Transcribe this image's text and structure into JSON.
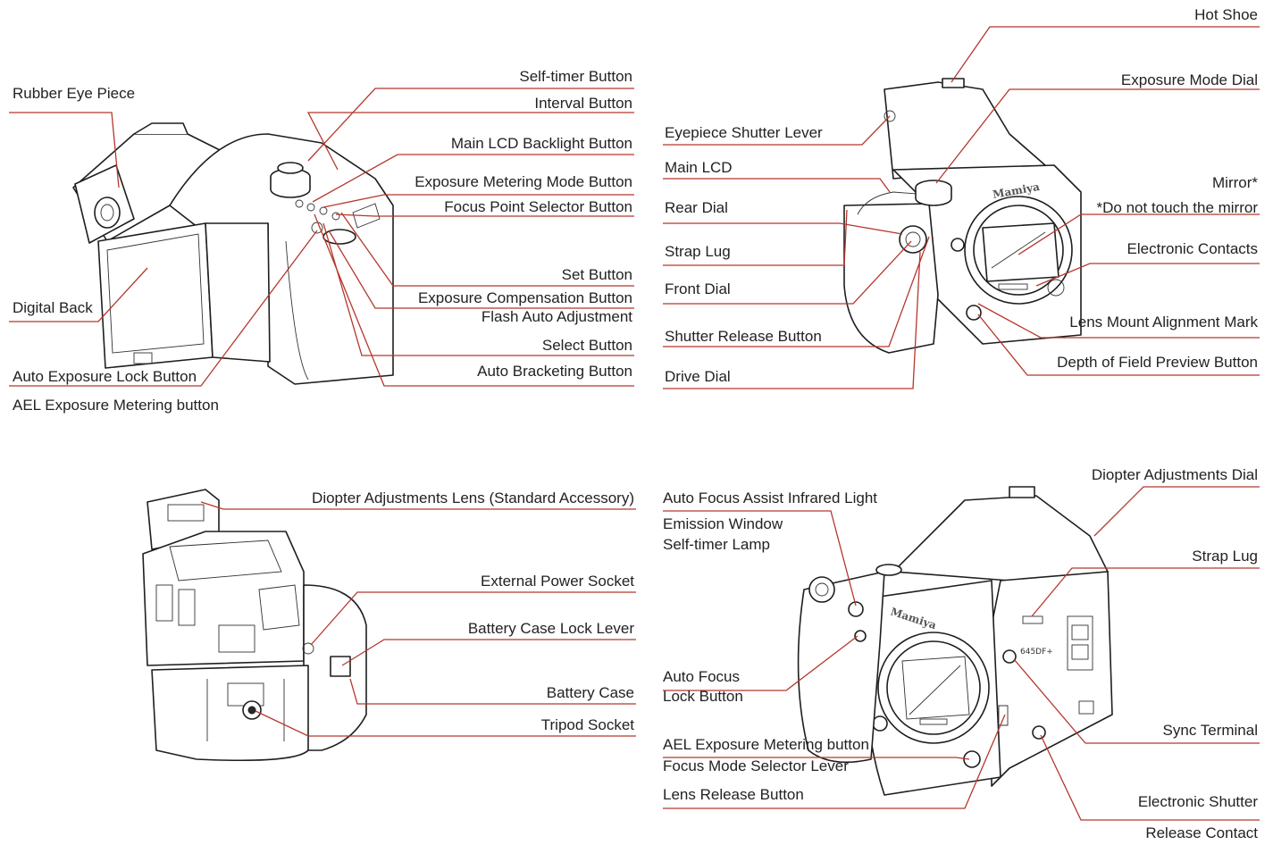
{
  "panels": {
    "top_left": {
      "labels": {
        "rubber_eye_piece": "Rubber Eye Piece",
        "digital_back": "Digital Back",
        "auto_exposure_lock_button": "Auto Exposure Lock Button",
        "ael_exposure_metering_button": "AEL Exposure Metering button",
        "self_timer_button": "Self-timer Button",
        "interval_button": "Interval Button",
        "main_lcd_backlight_button": "Main LCD Backlight Button",
        "exposure_metering_mode_button": "Exposure Metering Mode Button",
        "focus_point_selector_button": "Focus Point Selector Button",
        "set_button": "Set Button",
        "exposure_compensation_button": "Exposure Compensation Button",
        "flash_auto_adjustment": "Flash Auto Adjustment",
        "select_button": "Select Button",
        "auto_bracketing_button": "Auto Bracketing Button"
      }
    },
    "top_right": {
      "labels": {
        "hot_shoe": "Hot Shoe",
        "exposure_mode_dial": "Exposure Mode Dial",
        "eyepiece_shutter_lever": "Eyepiece Shutter Lever",
        "main_lcd": "Main LCD",
        "rear_dial": "Rear Dial",
        "strap_lug": "Strap Lug",
        "front_dial": "Front Dial",
        "shutter_release_button": "Shutter Release Button",
        "drive_dial": "Drive Dial",
        "mirror": "Mirror*",
        "mirror_note": "*Do not touch the mirror",
        "electronic_contacts": "Electronic Contacts",
        "lens_mount_alignment_mark": "Lens Mount Alignment Mark",
        "depth_of_field_preview_button": "Depth of Field Preview Button"
      },
      "brand": "Mamiya"
    },
    "bottom_left": {
      "labels": {
        "diopter_adjustments_lens": "Diopter Adjustments Lens (Standard Accessory)",
        "external_power_socket": "External Power Socket",
        "battery_case_lock_lever": "Battery Case Lock Lever",
        "battery_case": "Battery Case",
        "tripod_socket": "Tripod Socket"
      }
    },
    "bottom_right": {
      "labels": {
        "af_assist_line1": "Auto Focus Assist Infrared Light",
        "af_assist_line2": "Emission Window",
        "self_timer_lamp": "Self-timer Lamp",
        "auto_focus_line1": "Auto Focus",
        "auto_focus_line2": "Lock Button",
        "ael_exposure_metering_button": "AEL Exposure Metering button",
        "focus_mode_selector_lever": "Focus Mode Selector Lever",
        "lens_release_button": "Lens Release Button",
        "diopter_adjustments_dial": "Diopter Adjustments Dial",
        "strap_lug": "Strap Lug",
        "sync_terminal": "Sync Terminal",
        "electronic_shutter": "Electronic Shutter",
        "release_contact": "Release Contact"
      },
      "brand": "Mamiya",
      "model_badge": "645DF+"
    }
  },
  "colors": {
    "leader_line": "#b5372c",
    "ink": "#1e1e1e",
    "background": "#ffffff"
  }
}
